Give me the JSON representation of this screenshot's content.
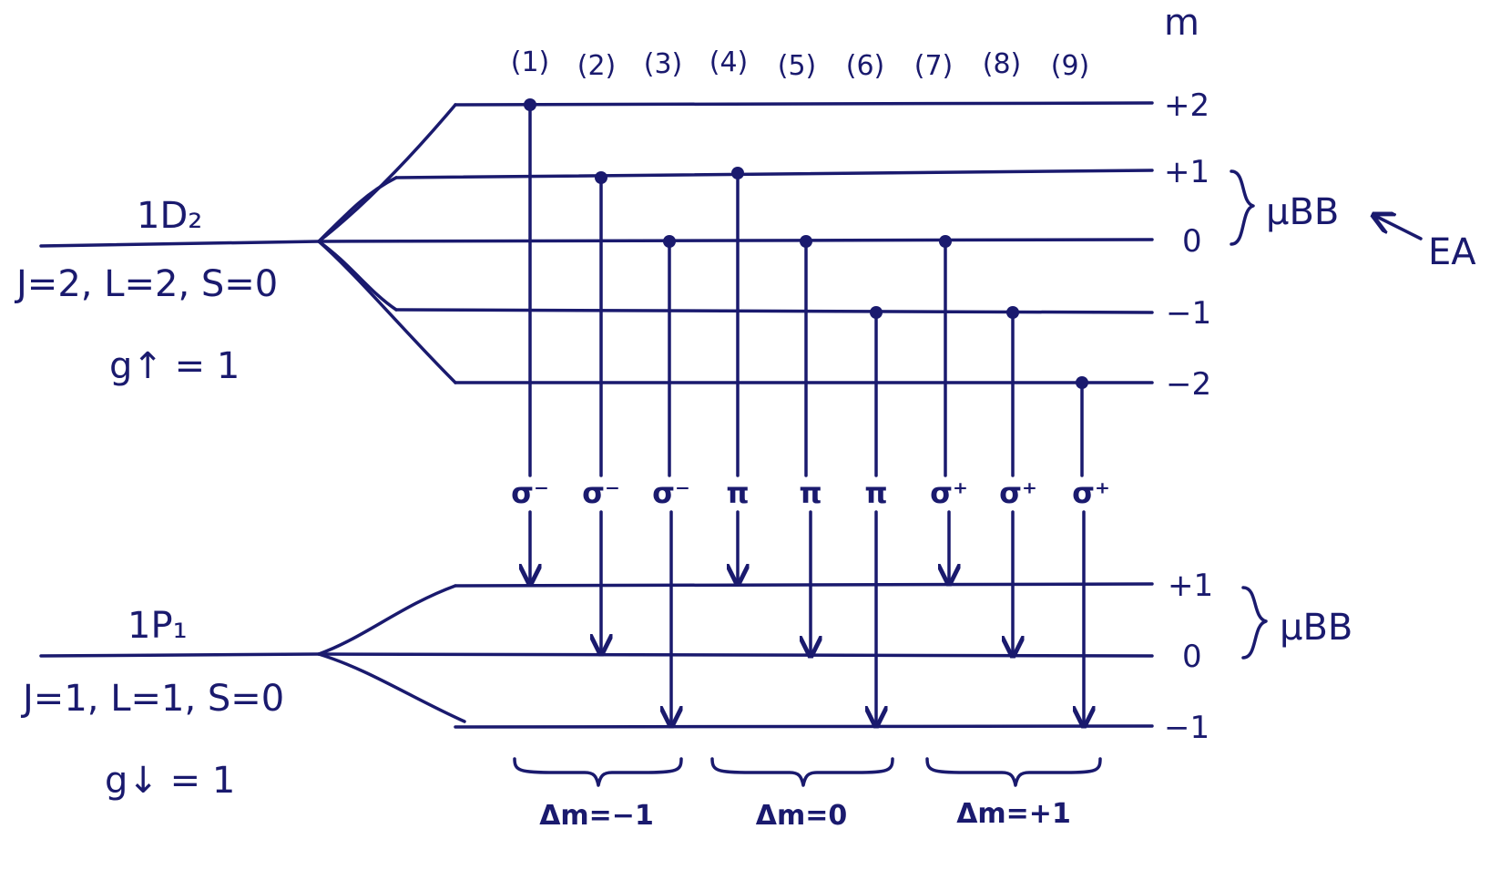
{
  "colors": {
    "ink": "#1a1a6e",
    "background": "#ffffff"
  },
  "m_header": "m",
  "upper": {
    "term": "1D₂",
    "quantum": "J=2, L=2, S=0",
    "g": "g↑ = 1",
    "levels": [
      "+2",
      "+1",
      "0",
      "−1",
      "−2"
    ]
  },
  "lower": {
    "term": "1P₁",
    "quantum": "J=1, L=1, S=0",
    "g": "g↓ = 1",
    "levels": [
      "+1",
      "0",
      "−1"
    ]
  },
  "spacing_label_upper": "μBB",
  "spacing_label_lower": "μBB",
  "energy_label": "EA",
  "transitions": [
    {
      "label": "(1)",
      "pol": "σ⁻",
      "from": "+2",
      "to": "+1"
    },
    {
      "label": "(2)",
      "pol": "σ⁻",
      "from": "+1",
      "to": "0"
    },
    {
      "label": "(3)",
      "pol": "σ⁻",
      "from": "0",
      "to": "−1"
    },
    {
      "label": "(4)",
      "pol": "π",
      "from": "+1",
      "to": "+1"
    },
    {
      "label": "(5)",
      "pol": "π",
      "from": "0",
      "to": "0"
    },
    {
      "label": "(6)",
      "pol": "π",
      "from": "−1",
      "to": "−1"
    },
    {
      "label": "(7)",
      "pol": "σ⁺",
      "from": "0",
      "to": "+1"
    },
    {
      "label": "(8)",
      "pol": "σ⁺",
      "from": "−1",
      "to": "0"
    },
    {
      "label": "(9)",
      "pol": "σ⁺",
      "from": "−2",
      "to": "−1"
    }
  ],
  "groups": [
    "Δm=−1",
    "Δm=0",
    "Δm=+1"
  ]
}
